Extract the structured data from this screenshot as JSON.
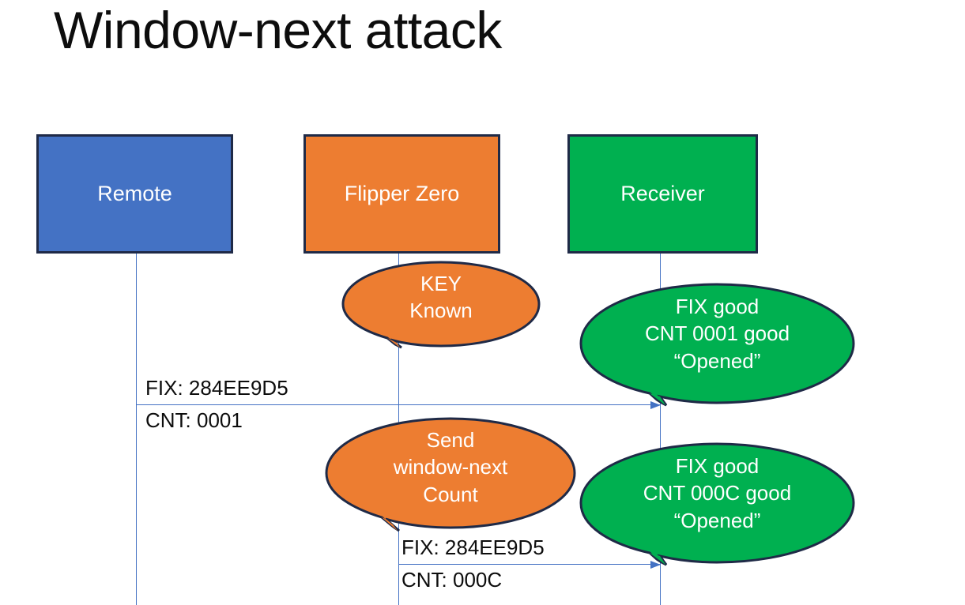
{
  "slide": {
    "title": "Window-next attack",
    "background": "#ffffff"
  },
  "colors": {
    "remote": "#4472C4",
    "flipper": "#ED7D31",
    "receiver": "#00B050",
    "outline": "#1f2a47",
    "line": "#4472C4",
    "text": "#0d0d0d",
    "label_text": "#ffffff"
  },
  "actors": [
    {
      "id": "remote",
      "label": "Remote",
      "color": "#4472C4"
    },
    {
      "id": "flipper",
      "label": "Flipper Zero",
      "color": "#ED7D31"
    },
    {
      "id": "receiver",
      "label": "Receiver",
      "color": "#00B050"
    }
  ],
  "bubbles": [
    {
      "id": "key-known",
      "owner": "flipper",
      "color": "#ED7D31",
      "lines": [
        "KEY",
        "Known"
      ]
    },
    {
      "id": "fix-good-1",
      "owner": "receiver",
      "color": "#00B050",
      "lines": [
        "FIX good",
        "CNT 0001 good",
        "“Opened”"
      ]
    },
    {
      "id": "send-window",
      "owner": "flipper",
      "color": "#ED7D31",
      "lines": [
        "Send",
        "window-next",
        "Count"
      ]
    },
    {
      "id": "fix-good-2",
      "owner": "receiver",
      "color": "#00B050",
      "lines": [
        "FIX good",
        "CNT 000C good",
        "“Opened”"
      ]
    }
  ],
  "messages": [
    {
      "id": "msg-1",
      "from": "remote",
      "to": "receiver",
      "fix_label": "FIX: 284EE9D5",
      "cnt_label": "CNT: 0001"
    },
    {
      "id": "msg-2",
      "from": "flipper",
      "to": "receiver",
      "fix_label": "FIX: 284EE9D5",
      "cnt_label": "CNT: 000C"
    }
  ]
}
